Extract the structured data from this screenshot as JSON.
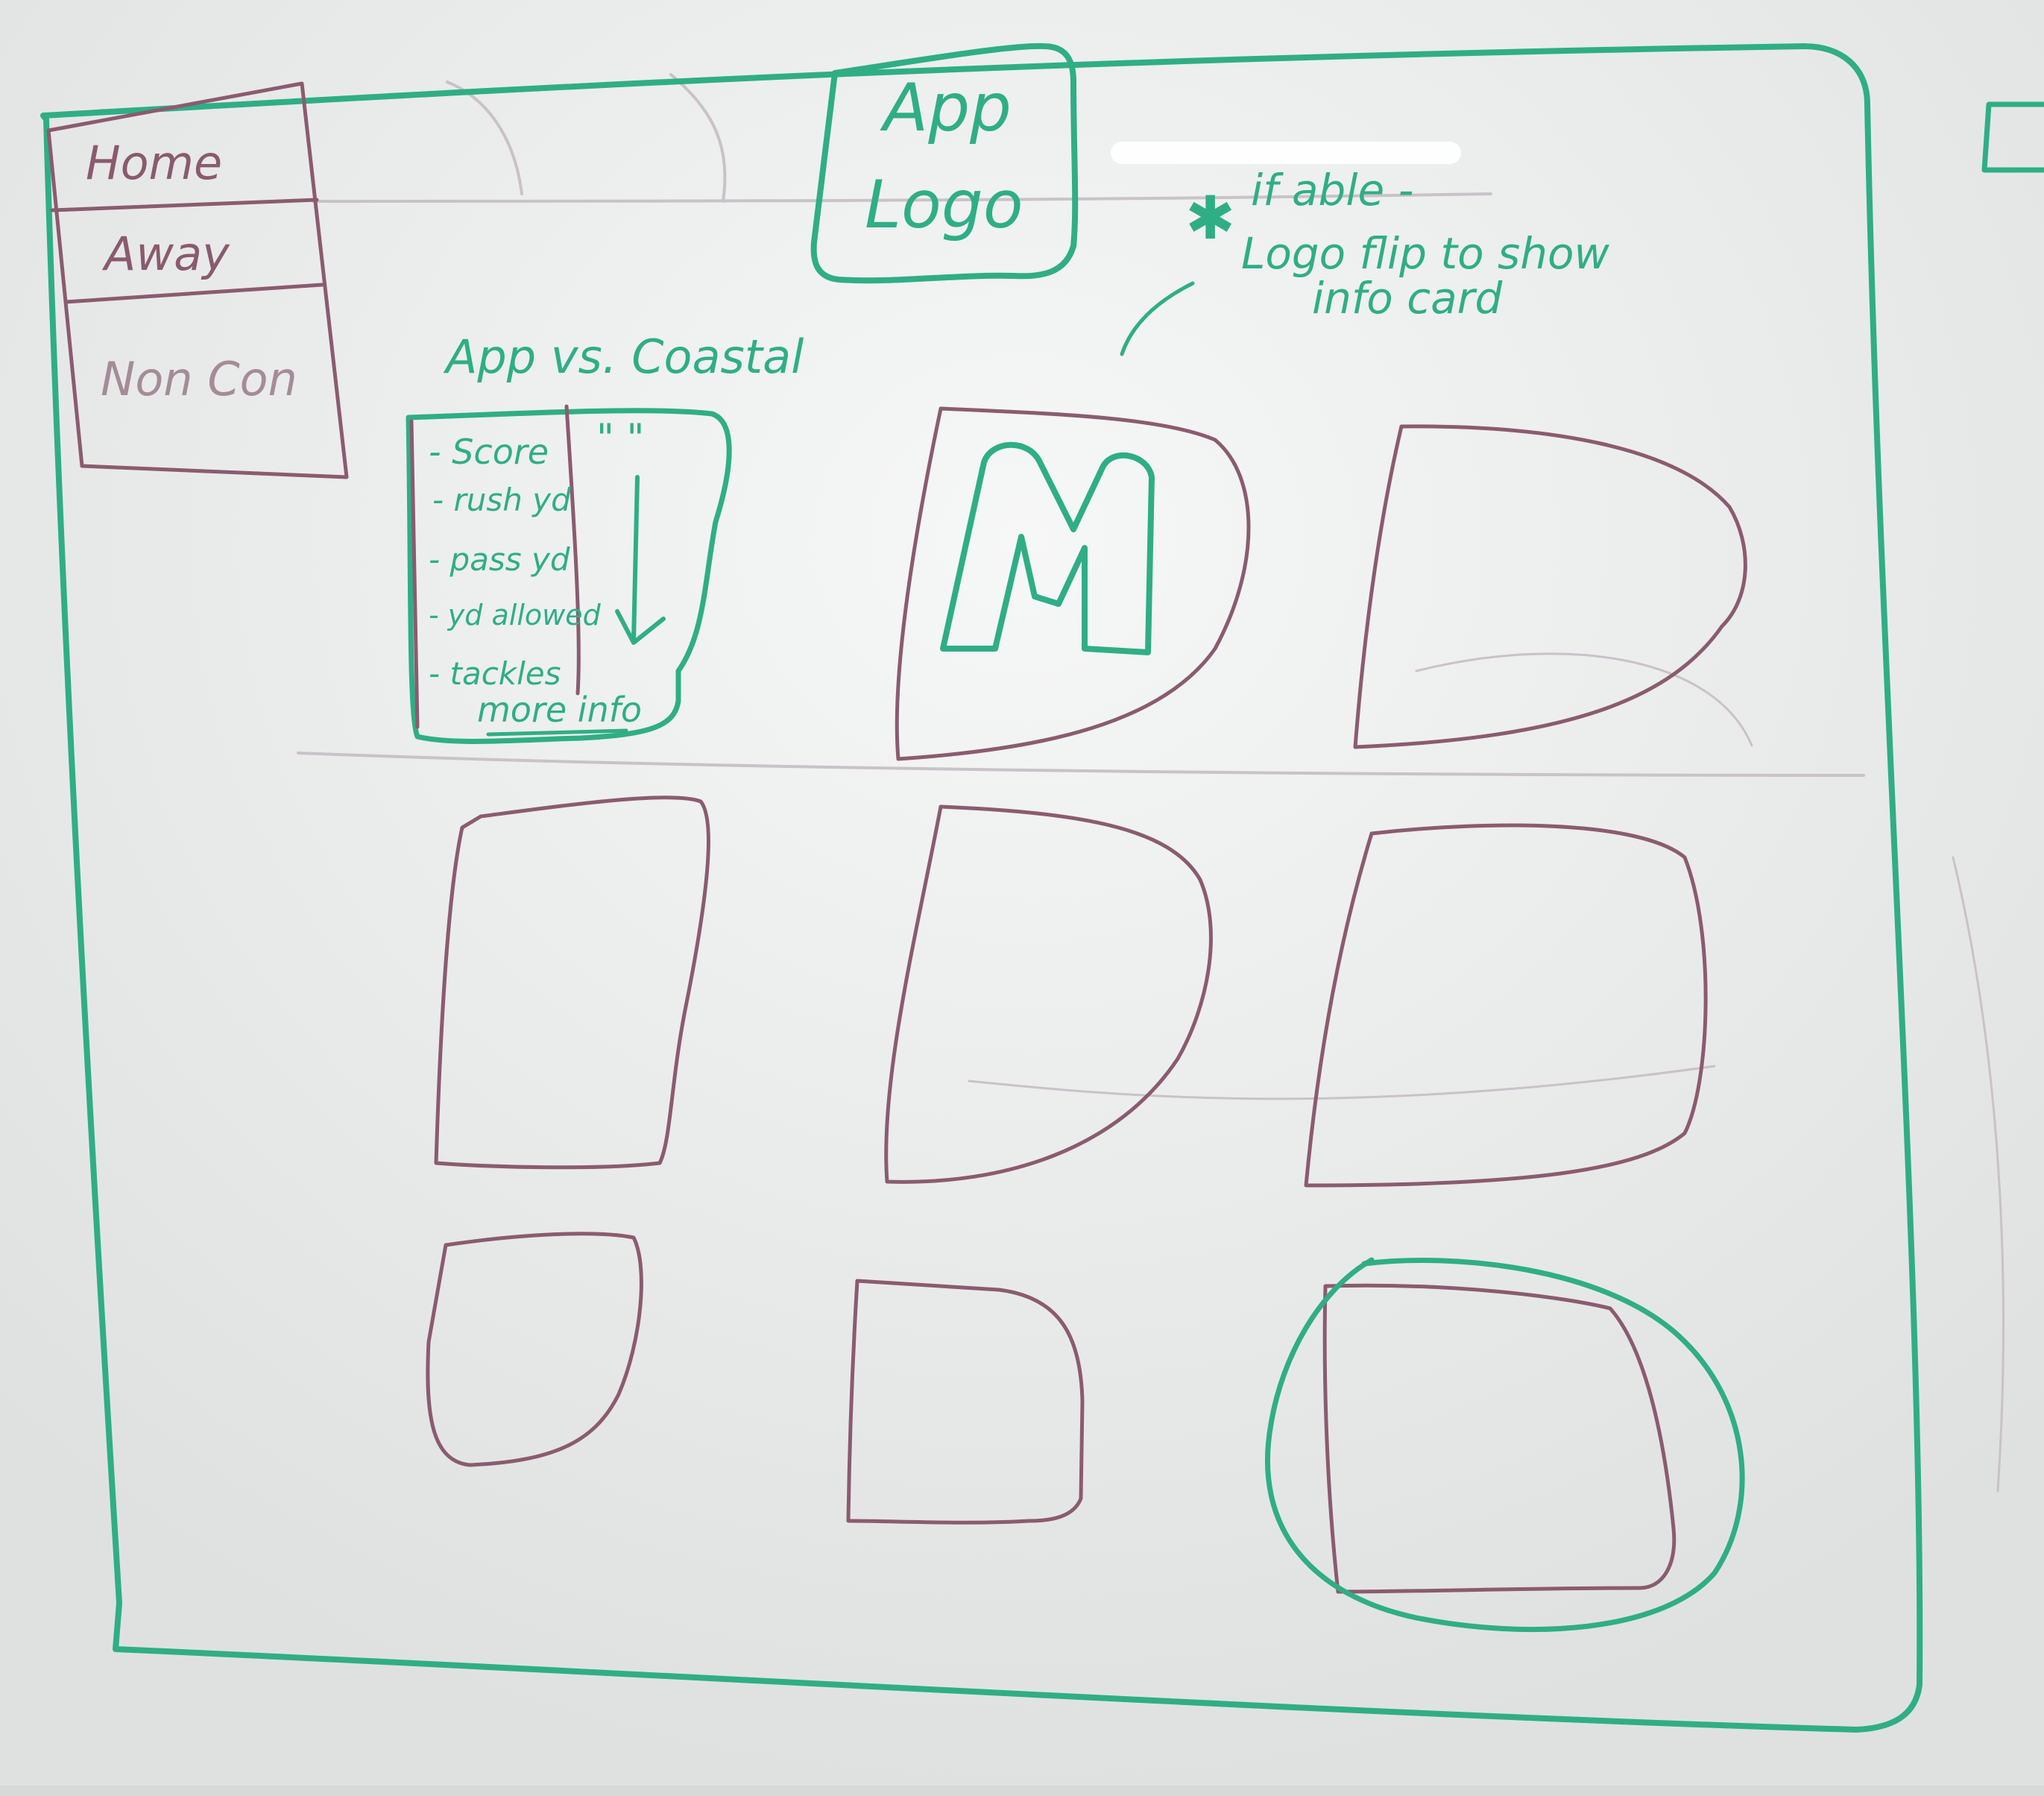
{
  "nav": {
    "items": [
      {
        "label": "Home"
      },
      {
        "label": "Away"
      },
      {
        "label": "Non Con"
      }
    ]
  },
  "header": {
    "logo_line1": "App",
    "logo_line2": "Logo"
  },
  "note": {
    "line1": "if able -",
    "line2": "Logo flip to show",
    "line3": "info card"
  },
  "info_card": {
    "title": "App vs. Coastal",
    "stats": [
      "- Score",
      "- rush yd",
      "- pass yd",
      "- yd allowed",
      "- tackles"
    ],
    "ditto": "\"   \"",
    "more_link": "more info"
  },
  "logo_card": {
    "letter": "M"
  },
  "colors": {
    "board": "#e9eaea",
    "green_marker": "#2fae86",
    "maroon_marker": "#8b5b70"
  }
}
